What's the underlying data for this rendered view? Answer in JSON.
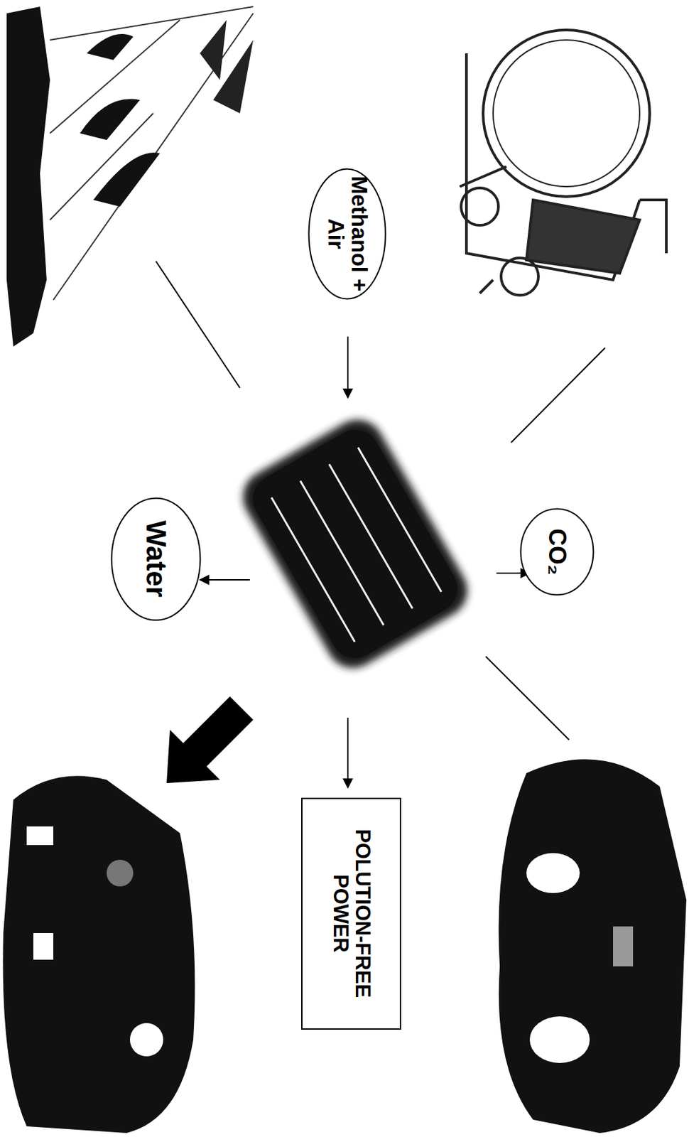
{
  "diagram": {
    "nodes": [
      {
        "text": [
          "Methanol + Air"
        ]
      },
      {
        "text": [
          "Water"
        ]
      },
      {
        "text": [
          "CO₂"
        ]
      },
      {
        "text": [
          "POLUTION-FREE POWER"
        ]
      }
    ]
  }
}
